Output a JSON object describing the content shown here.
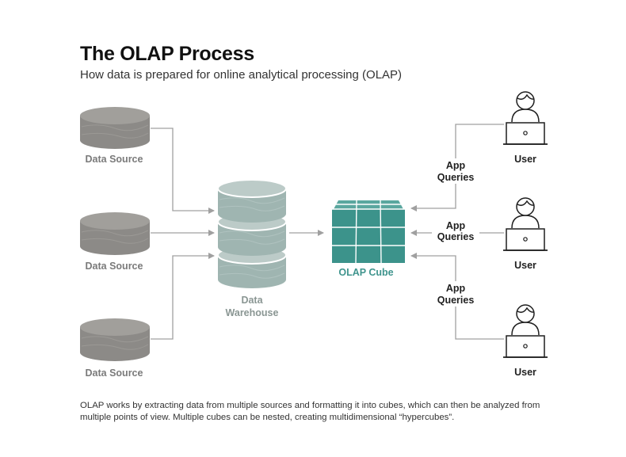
{
  "header": {
    "title": "The OLAP Process",
    "subtitle": "How data is prepared for online analytical processing (OLAP)"
  },
  "diagram": {
    "sources": [
      {
        "label": "Data Source"
      },
      {
        "label": "Data Source"
      },
      {
        "label": "Data Source"
      }
    ],
    "warehouse": {
      "label_line1": "Data",
      "label_line2": "Warehouse"
    },
    "cube": {
      "label": "OLAP Cube"
    },
    "queries": [
      {
        "line1": "App",
        "line2": "Queries"
      },
      {
        "line1": "App",
        "line2": "Queries"
      },
      {
        "line1": "App",
        "line2": "Queries"
      }
    ],
    "users": [
      {
        "label": "User"
      },
      {
        "label": "User"
      },
      {
        "label": "User"
      }
    ]
  },
  "caption": "OLAP works by extracting data from multiple sources and formatting it into cubes, which can then be analyzed from multiple points of view. Multiple cubes can be nested, creating multidimensional “hypercubes”.",
  "colors": {
    "source_gray": "#8c8a87",
    "warehouse_teal": "#9fb5b1",
    "cube_teal": "#3c938b",
    "arrow_gray": "#a0a0a0",
    "user_dark": "#1f1f1f"
  },
  "icons": [
    "database-icon",
    "warehouse-icon",
    "olap-cube-icon",
    "user-icon",
    "laptop-icon"
  ]
}
